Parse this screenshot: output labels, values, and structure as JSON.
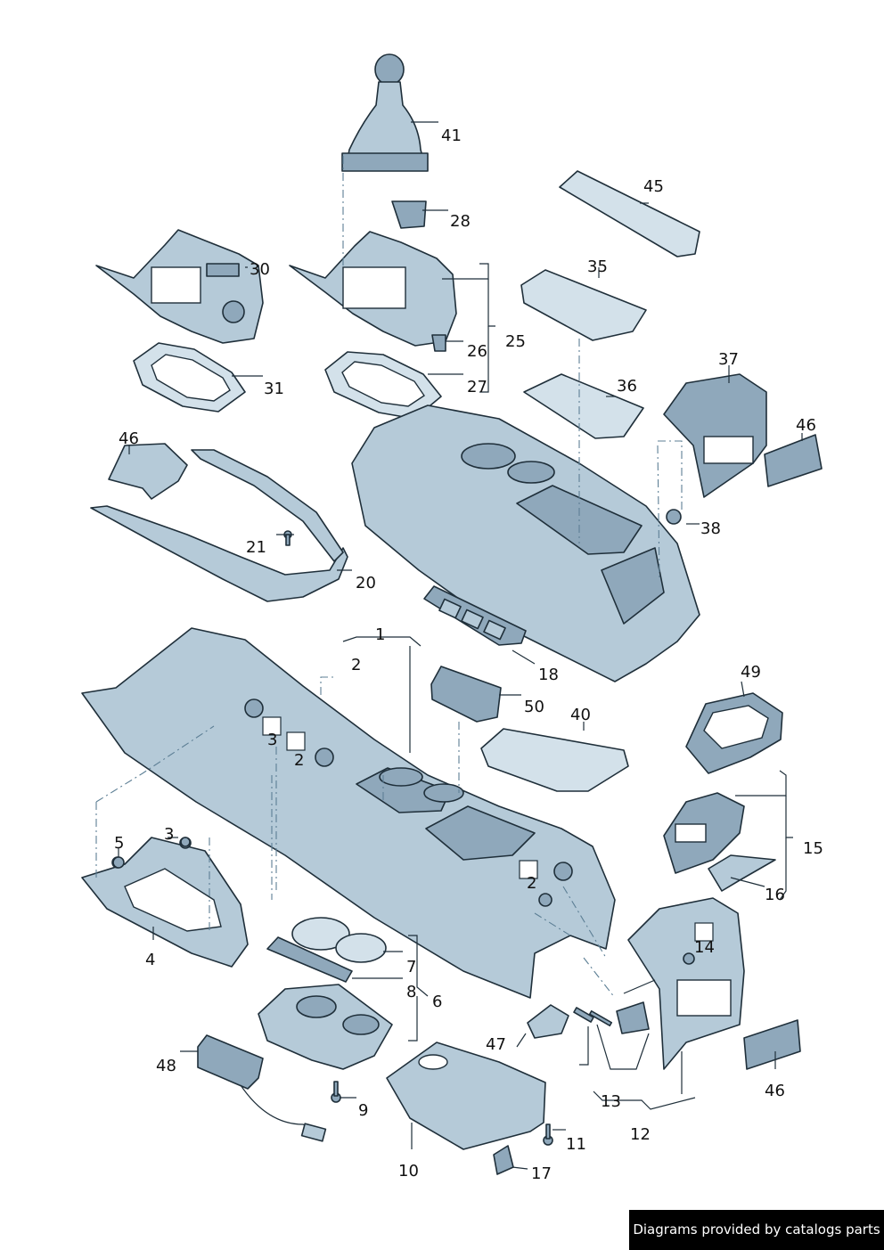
{
  "callouts": {
    "p1": "1",
    "p2a": "2",
    "p2b": "2",
    "p2c": "2",
    "p3a": "3",
    "p3b": "3",
    "p4": "4",
    "p5": "5",
    "p6": "6",
    "p7": "7",
    "p8": "8",
    "p9": "9",
    "p10": "10",
    "p11": "11",
    "p12": "12",
    "p13": "13",
    "p14": "14",
    "p15": "15",
    "p16": "16",
    "p17": "17",
    "p18": "18",
    "p20": "20",
    "p21": "21",
    "p25": "25",
    "p26": "26",
    "p27": "27",
    "p28": "28",
    "p30": "30",
    "p31": "31",
    "p35": "35",
    "p36": "36",
    "p37": "37",
    "p38": "38",
    "p40": "40",
    "p41": "41",
    "p45": "45",
    "p46a": "46",
    "p46b": "46",
    "p46c": "46",
    "p47": "47",
    "p48": "48",
    "p49": "49",
    "p50": "50"
  },
  "footer": {
    "text": "Diagrams provided by catalogs parts"
  },
  "colors": {
    "part_fill": "#b5cad8",
    "part_dark": "#8fa8bb",
    "outline": "#1f2f3a",
    "dash": "#5d7f95",
    "footer_bg": "#000000"
  }
}
